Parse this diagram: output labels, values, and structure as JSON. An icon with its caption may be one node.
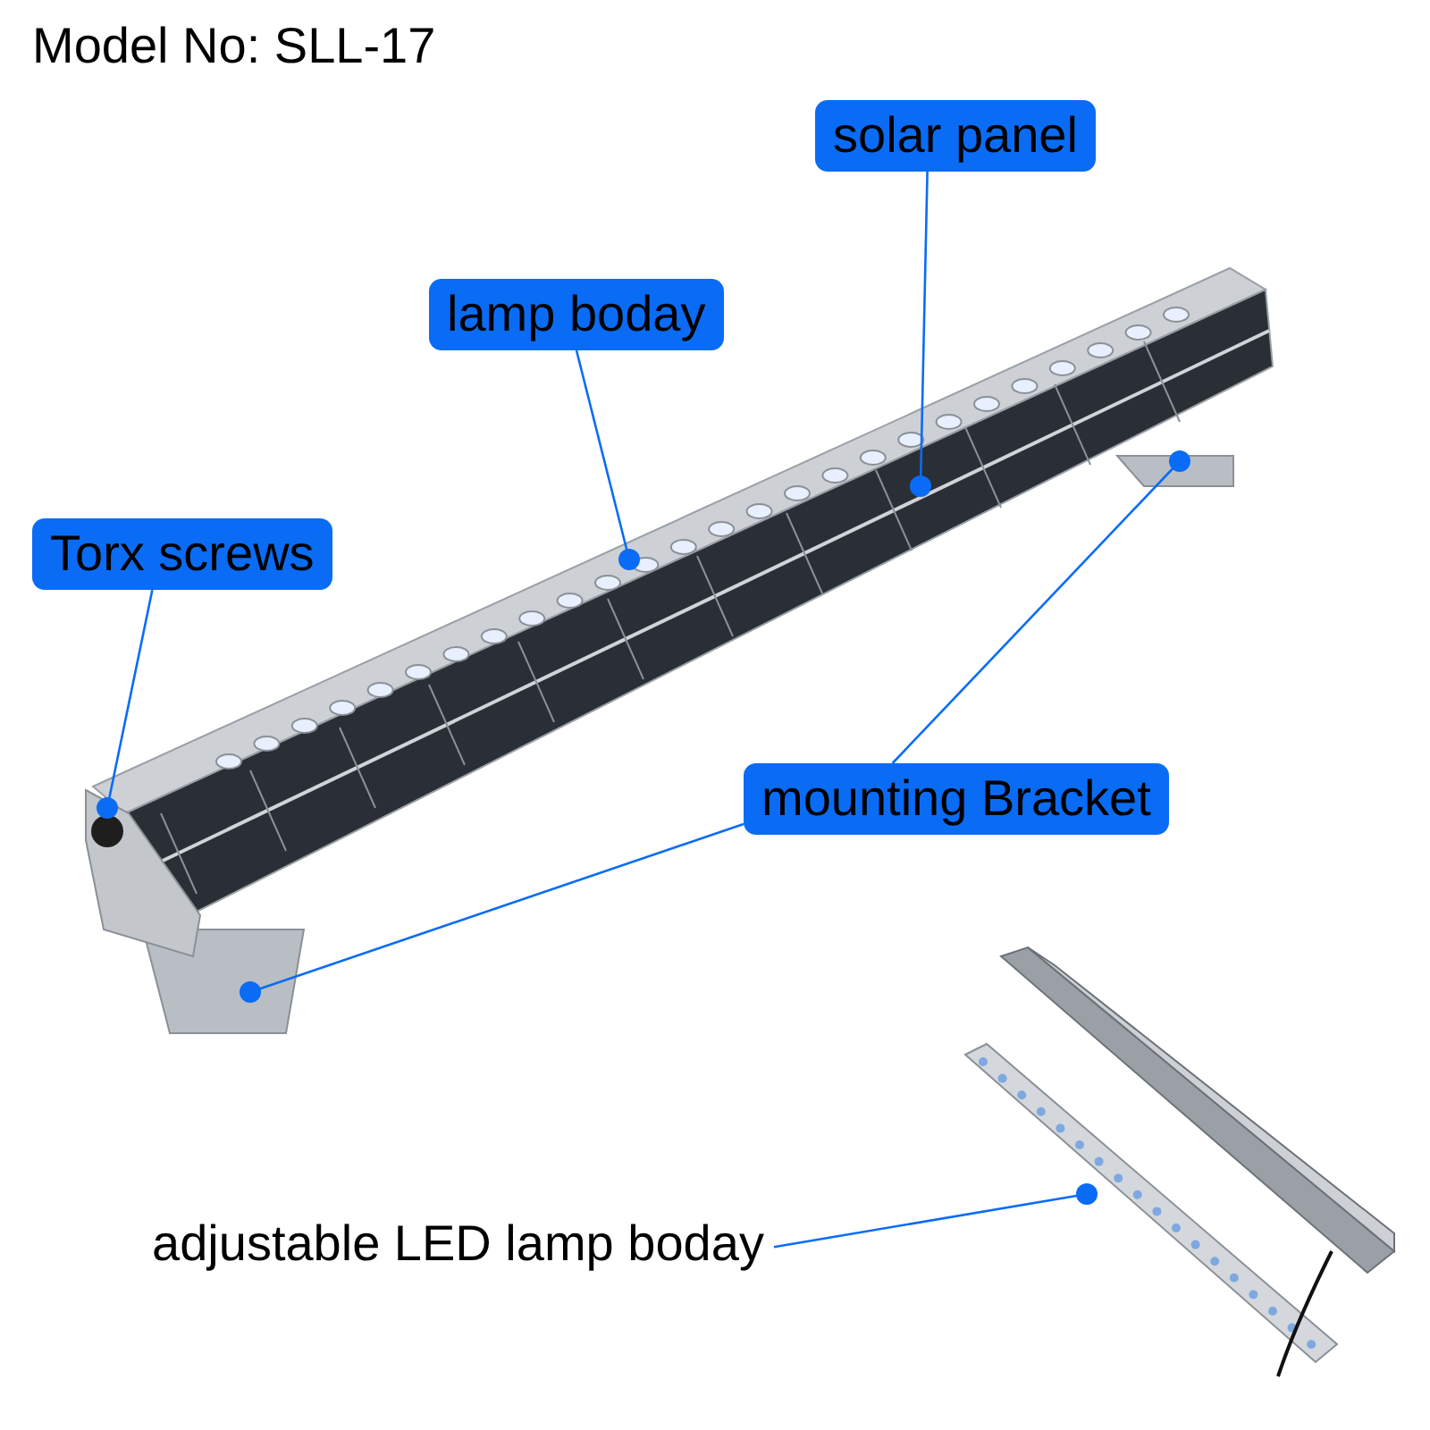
{
  "diagram": {
    "title": "Model No: SLL-17",
    "nodes": [
      {
        "text": [
          "solar panel"
        ]
      },
      {
        "text": [
          "lamp boday"
        ]
      },
      {
        "text": [
          "Torx screws"
        ]
      },
      {
        "text": [
          "mounting Bracket"
        ]
      },
      {
        "text": [
          "adjustable LED lamp boday"
        ]
      }
    ],
    "edges": [
      {
        "from": 0,
        "to": null,
        "arrow": "other"
      },
      {
        "from": 1,
        "to": null,
        "arrow": "other"
      },
      {
        "from": 2,
        "to": null,
        "arrow": "other"
      },
      {
        "from": 3,
        "to": null,
        "arrow": "other"
      },
      {
        "from": 3,
        "to": null,
        "arrow": "other"
      },
      {
        "from": 4,
        "to": null,
        "arrow": "other"
      }
    ]
  }
}
